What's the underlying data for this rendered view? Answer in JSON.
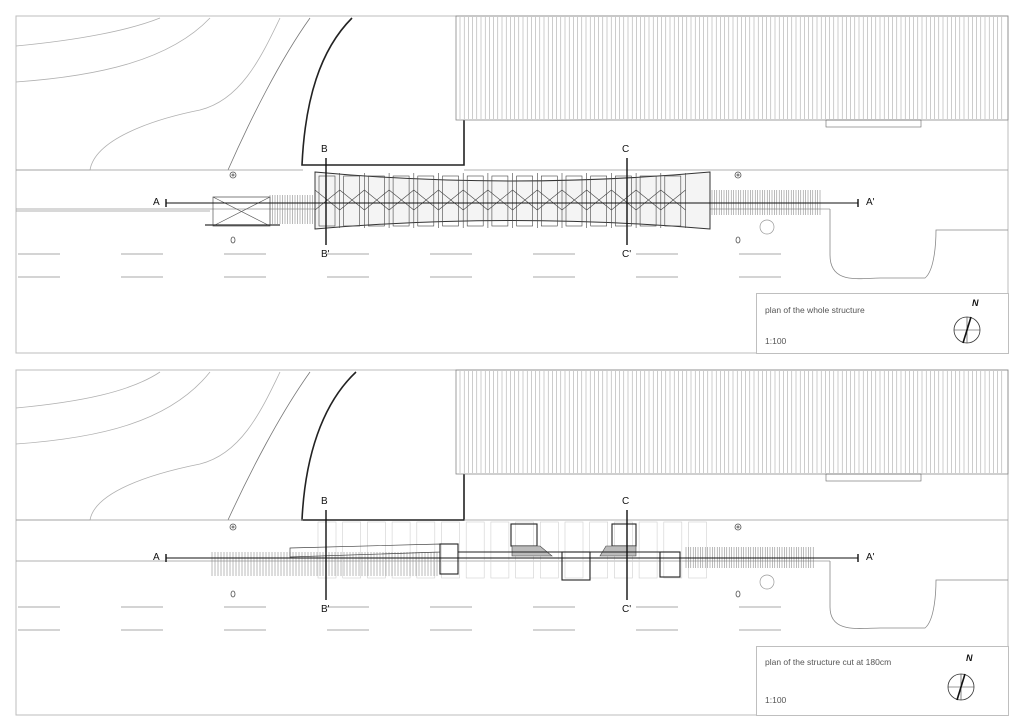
{
  "sections": {
    "a_start": "A",
    "a_end": "A'",
    "b_top": "B",
    "b_bottom": "B'",
    "c_top": "C",
    "c_bottom": "C'"
  },
  "panels": [
    {
      "title": "plan of the whole structure",
      "scale": "1:100",
      "north": "N"
    },
    {
      "title": "plan of the structure cut at 180cm",
      "scale": "1:100",
      "north": "N"
    }
  ],
  "colors": {
    "line": "#333333",
    "thin": "#9a9a9a",
    "frame": "#bfbfbf"
  }
}
